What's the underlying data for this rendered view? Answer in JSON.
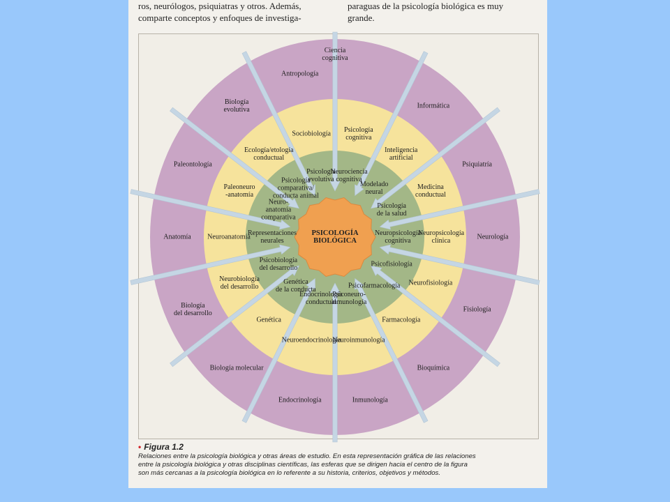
{
  "page_text": {
    "left_lines": [
      "ros, neurólogos, psiquiatras y otros. Además,",
      "comparte conceptos y enfoques de investiga-"
    ],
    "right_lines": [
      "paraguas de la psicología biológica es muy",
      "grande."
    ]
  },
  "figure": {
    "center_label": [
      "PSICOLOGÍA",
      "BIOLÓGICA"
    ],
    "inner_ring": [
      [
        "Neurociencia",
        "cognitiva"
      ],
      [
        "Modelado",
        "neural"
      ],
      [
        "Psicología",
        "de la salud"
      ],
      [
        "Neuropsicología",
        "cognitiva"
      ],
      [
        "Psicofisiología"
      ],
      [
        "Psicofarmacología"
      ],
      [
        "Psiconeuro-",
        "inmunología"
      ],
      [
        "Endocrinología",
        "conductual"
      ],
      [
        "Genética",
        "de la conducta"
      ],
      [
        "Psicobiología",
        "del desarrollo"
      ],
      [
        "Representaciones",
        "neurales"
      ],
      [
        "Neuro-",
        "anatomía",
        "comparativa"
      ],
      [
        "Psicología",
        "comparativa/",
        "conducta animal"
      ],
      [
        "Psicología",
        "evolutiva"
      ]
    ],
    "middle_ring": [
      [
        "Psicología",
        "cognitiva"
      ],
      [
        "Inteligencia",
        "artificial"
      ],
      [
        "Medicina",
        "conductual"
      ],
      [
        "Neuropsicología",
        "clínica"
      ],
      [
        "Neurofisiología"
      ],
      [
        "Farmacología"
      ],
      [
        "Neuroinmunología"
      ],
      [
        "Neuroendocrinología"
      ],
      [
        "Genética"
      ],
      [
        "Neurobiología",
        "del desarrollo"
      ],
      [
        "Neuroanatomía"
      ],
      [
        "Paleoneuro",
        "-anatomía"
      ],
      [
        "Ecología/etología",
        "conductual"
      ],
      [
        "Sociobiología"
      ]
    ],
    "outer_ring": [
      [
        "Ciencia",
        "cognitiva"
      ],
      [
        "Informática"
      ],
      [
        "Psiquiatría"
      ],
      [
        "Neurología"
      ],
      [
        "Fisiología"
      ],
      [
        "Bioquímica"
      ],
      [
        "Inmunología"
      ],
      [
        "Endocrinología"
      ],
      [
        "Biología molecular"
      ],
      [
        "Biología",
        "del desarrollo"
      ],
      [
        "Anatomía"
      ],
      [
        "Paleontología"
      ],
      [
        "Biología",
        "evolutiva"
      ],
      [
        "Antropología"
      ]
    ]
  },
  "caption": {
    "title": "Figura 1.2",
    "lines": [
      "Relaciones entre la psicología biológica y otras áreas de estudio. En esta representación gráfica de las relaciones",
      "entre la psicología biológica y otras disciplinas científicas, las esferas que se dirigen hacia el centro de la figura",
      "son más cercanas a la psicología biológica en lo referente a su historia, criterios, objetivos y métodos."
    ]
  },
  "colors": {
    "background": "#99c8fb",
    "outer_ring": "#c9a5c5",
    "middle_ring": "#f6e39c",
    "inner_ring": "#a3b787",
    "center": "#f0a050",
    "arrows": "#c5d6e4",
    "caption_bullet": "#d2242a"
  }
}
